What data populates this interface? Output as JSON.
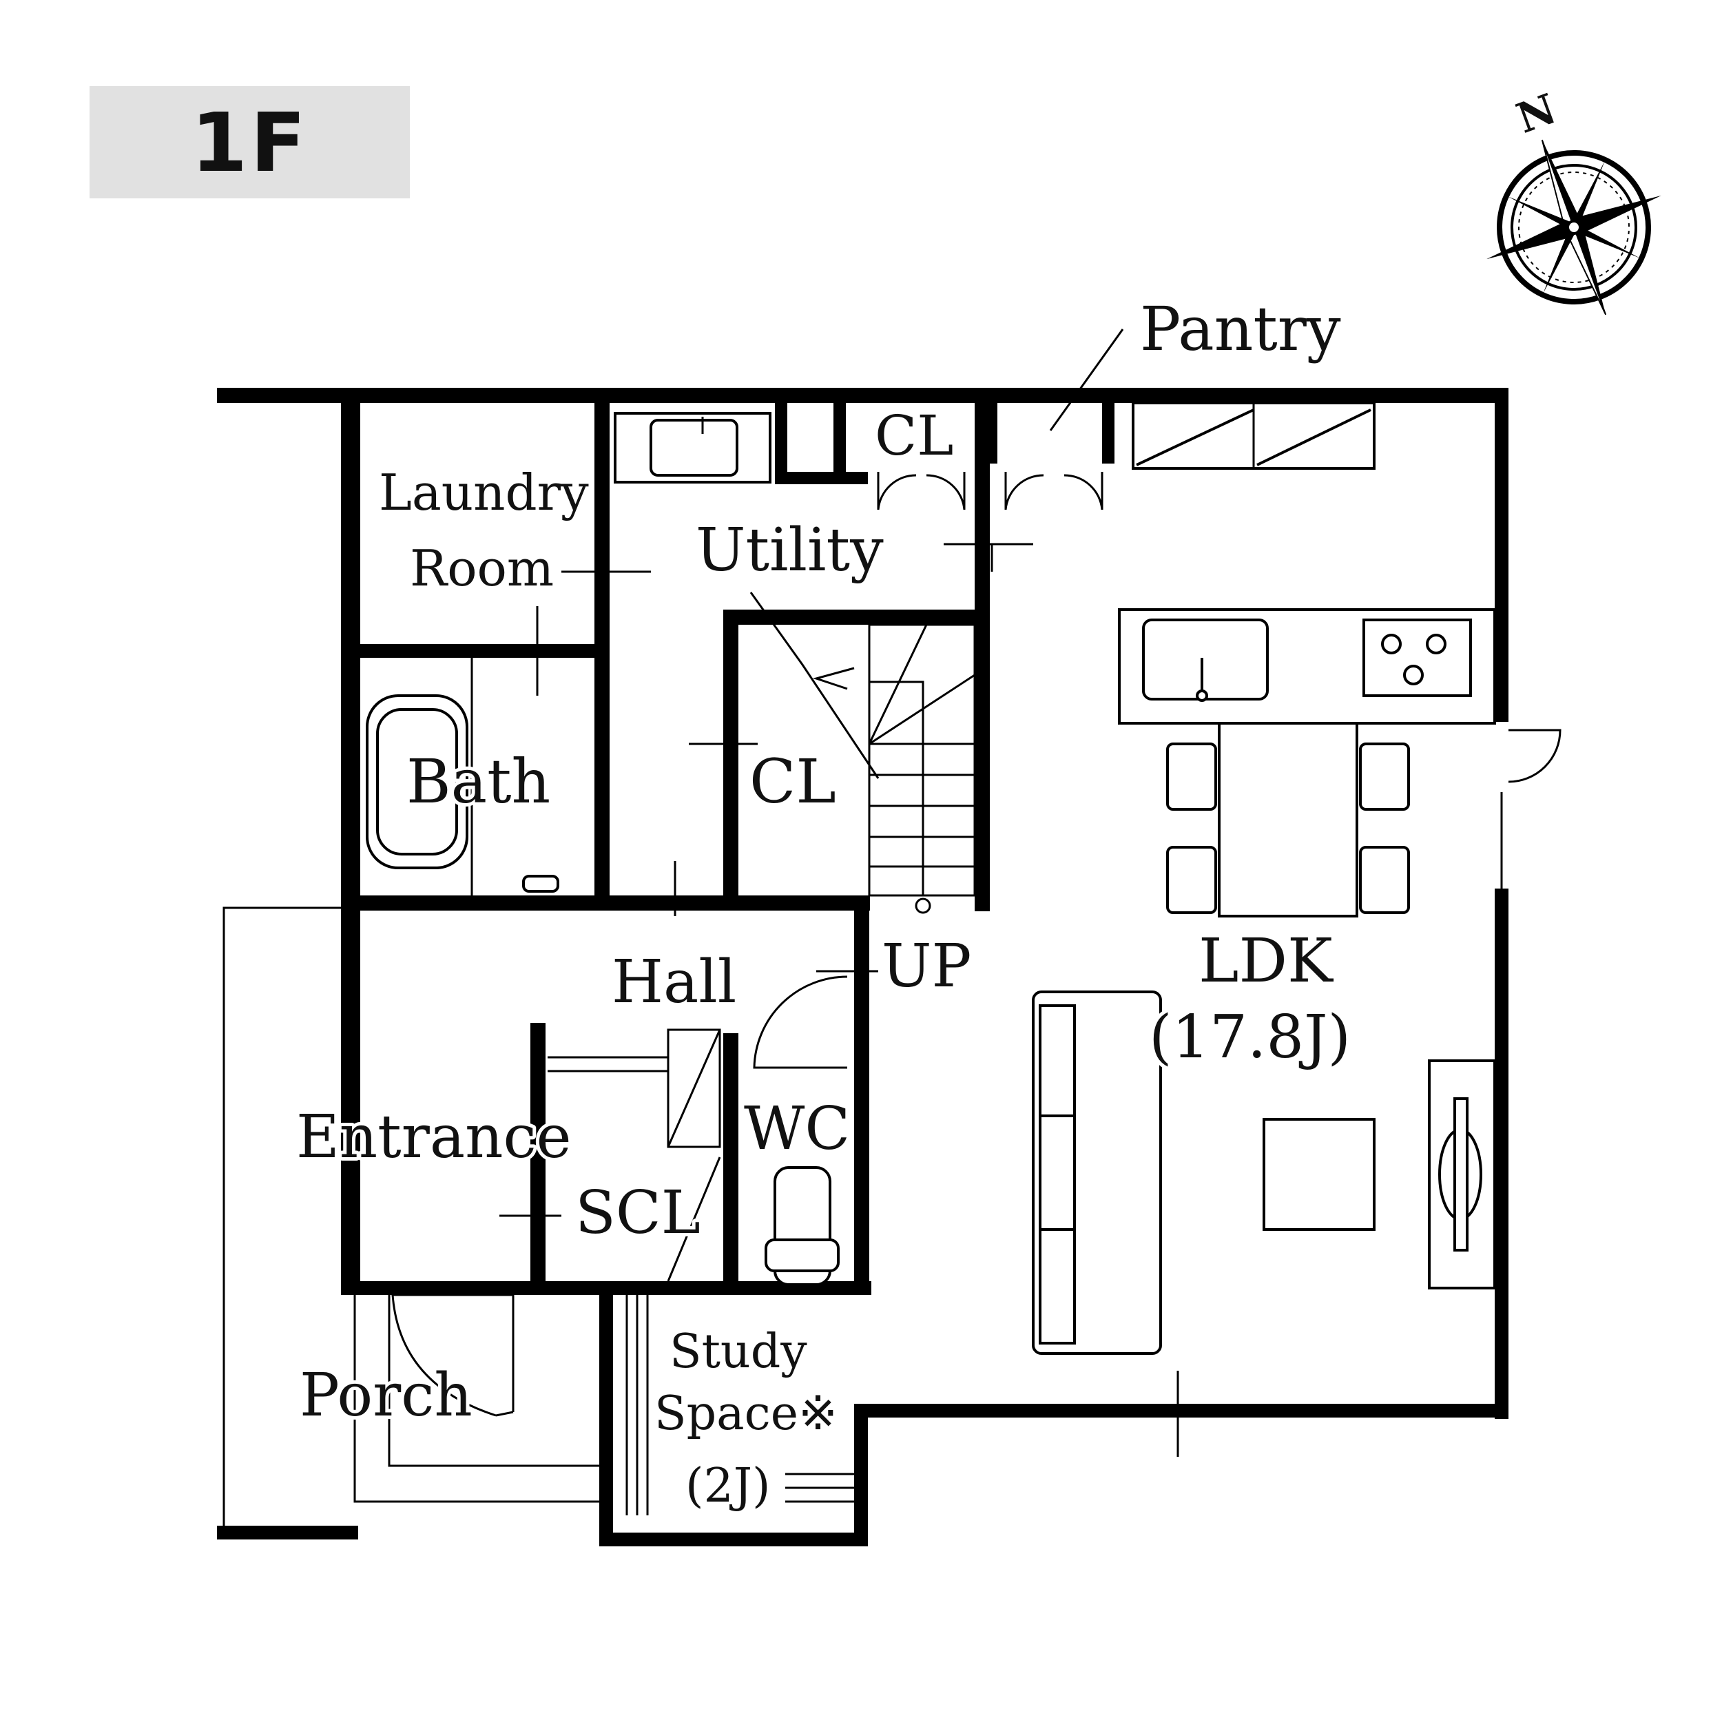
{
  "floor_label": "1F",
  "compass": {
    "north_label": "N"
  },
  "rooms": {
    "pantry": "Pantry",
    "closet_top": "CL",
    "laundry_line1": "Laundry",
    "laundry_line2": "Room",
    "utility": "Utility",
    "bath": "Bath",
    "closet_stairs": "CL",
    "hall": "Hall",
    "stairs_up": "UP",
    "ldk_name": "LDK",
    "ldk_size": "(17.8J)",
    "entrance": "Entrance",
    "shoe_closet": "SCL",
    "wc": "WC",
    "porch": "Porch",
    "study_line1": "Study",
    "study_line2": "Space※",
    "study_size": "(2J)"
  }
}
